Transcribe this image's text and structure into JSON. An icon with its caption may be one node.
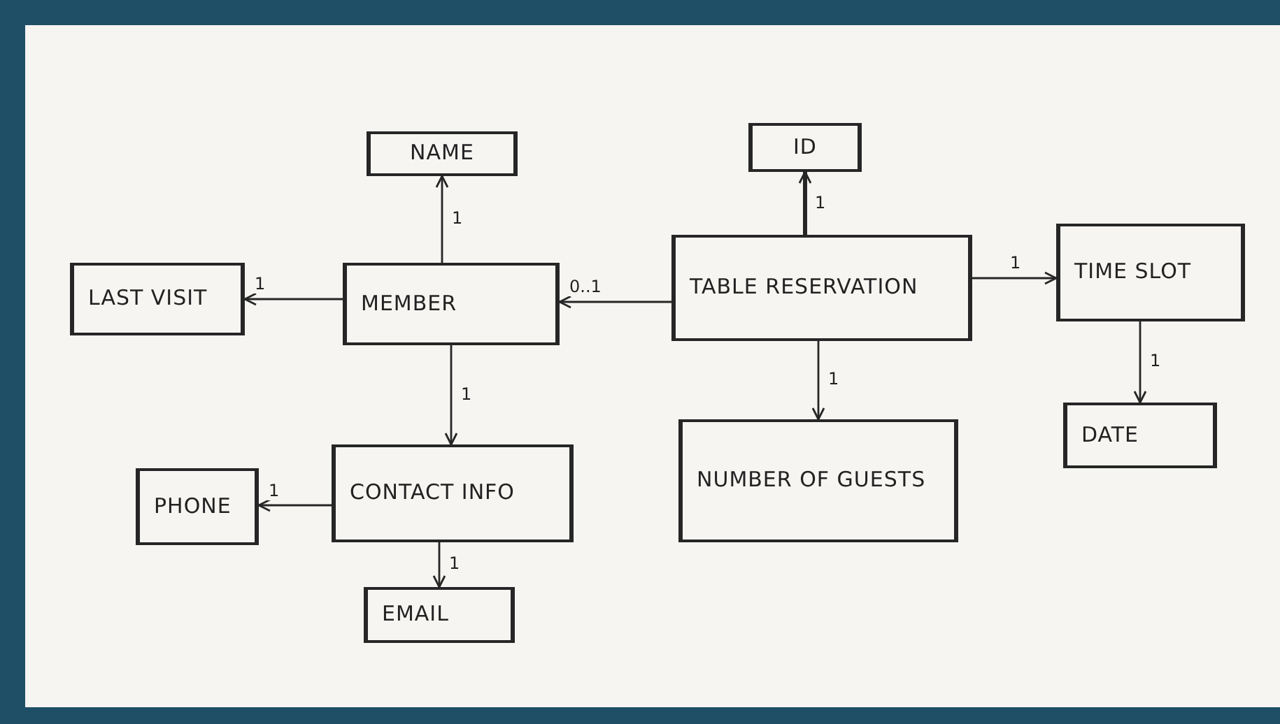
{
  "diagram": {
    "nodes": [
      {
        "text": [
          "NAME"
        ]
      },
      {
        "text": [
          "ID"
        ]
      },
      {
        "text": [
          "LAST VISIT"
        ]
      },
      {
        "text": [
          "MEMBER"
        ]
      },
      {
        "text": [
          "TABLE RESERVATION"
        ]
      },
      {
        "text": [
          "TIME SLOT"
        ]
      },
      {
        "text": [
          "DATE"
        ]
      },
      {
        "text": [
          "CONTACT INFO"
        ]
      },
      {
        "text": [
          "NUMBER OF GUESTS"
        ]
      },
      {
        "text": [
          "PHONE"
        ]
      },
      {
        "text": [
          "EMAIL"
        ]
      }
    ],
    "edges": [
      {
        "from": 3,
        "to": 0,
        "arrow": "to",
        "label": "1"
      },
      {
        "from": 4,
        "to": 1,
        "arrow": "to",
        "label": "1",
        "style": "thick"
      },
      {
        "from": 3,
        "to": 2,
        "arrow": "to",
        "label": "1"
      },
      {
        "from": 4,
        "to": 3,
        "arrow": "to",
        "label": "0..1"
      },
      {
        "from": 4,
        "to": 5,
        "arrow": "to",
        "label": "1"
      },
      {
        "from": 5,
        "to": 6,
        "arrow": "to",
        "label": "1"
      },
      {
        "from": 3,
        "to": 7,
        "arrow": "to",
        "label": "1"
      },
      {
        "from": 4,
        "to": 8,
        "arrow": "to",
        "label": "1"
      },
      {
        "from": 7,
        "to": 9,
        "arrow": "to",
        "label": "1"
      },
      {
        "from": 7,
        "to": 10,
        "arrow": "to",
        "label": "1"
      }
    ]
  }
}
